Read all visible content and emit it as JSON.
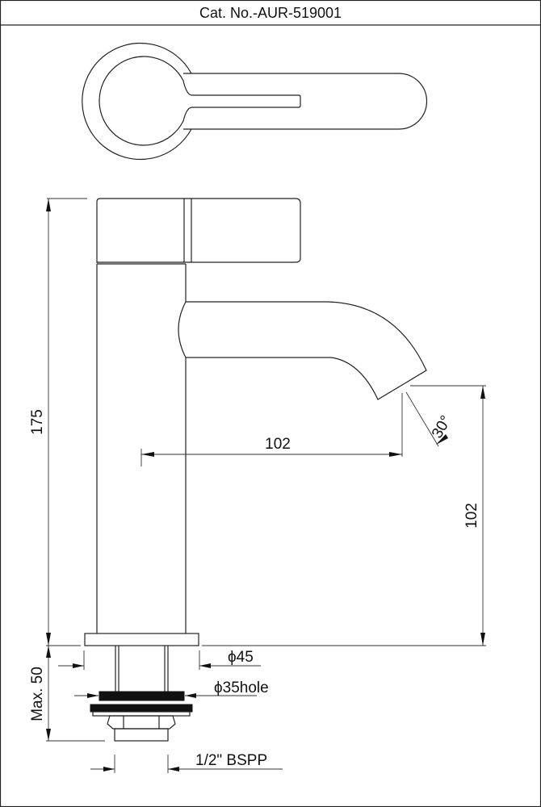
{
  "title": "Cat. No.-AUR-519001",
  "dimensions": {
    "height_total": "175",
    "spout_reach": "102",
    "spout_height": "102",
    "spout_angle": "30°",
    "base_diameter": "ϕ45",
    "hole_diameter": "ϕ35hole",
    "max_thickness": "Max. 50",
    "thread": "1/2\" BSPP"
  }
}
